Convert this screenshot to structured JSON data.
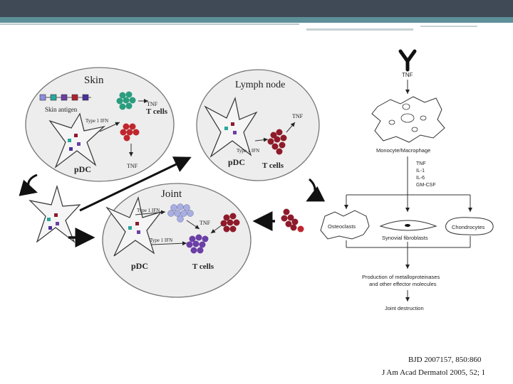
{
  "left_panel": {
    "skin": {
      "title": "Skin",
      "skin_antigen": "Skin antigen",
      "type1_ifn": "Type 1 IFN",
      "tnf_top": "TNF",
      "t_cells": "T cells",
      "tnf_bottom": "TNF",
      "pdc": "pDC"
    },
    "lymph_node": {
      "title": "Lymph node",
      "tnf": "TNF",
      "type1_ifn": "Type 1 IFN",
      "pdc": "pDC",
      "t_cells": "T cells"
    },
    "joint": {
      "title": "Joint",
      "type1_ifn_top": "Type 1 IFN",
      "tnf": "TNF",
      "type1_ifn_bottom": "Type 1 IFN",
      "pdc": "pDC",
      "t_cells": "T cells"
    }
  },
  "right_panel": {
    "tnf_top": "TNF",
    "monocyte": "Monocyte/Macrophage",
    "cytokines": [
      "TNF",
      "IL-1",
      "IL-6",
      "GM-CSF"
    ],
    "osteoclasts": "Osteoclasts",
    "synovial": "Synovial fibroblasts",
    "chondrocytes": "Chondrocytes",
    "production_line1": "Production of metalloproteinases",
    "production_line2": "and other effector molecules",
    "joint_destruction": "Joint destruction"
  },
  "references": {
    "ref1": "BJD 2007157, 850:860",
    "ref2": "J Am Acad Dermatol 2005, 52; 1"
  },
  "colors": {
    "header_dark": "#3f4a56",
    "header_teal": "#5c8f98",
    "tcell_green": "#2a9d7f",
    "tcell_red": "#c0262d",
    "tcell_darkred": "#8e1b2a",
    "tcell_lavender": "#a8aee0",
    "tcell_purple": "#6a3fa6"
  }
}
